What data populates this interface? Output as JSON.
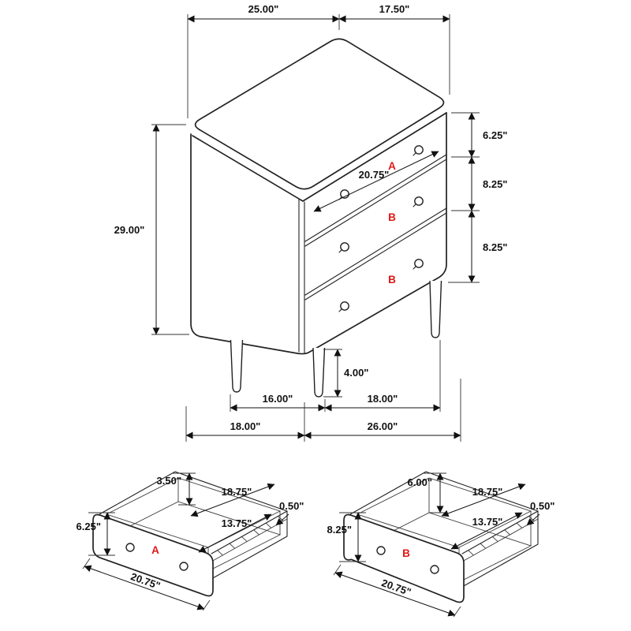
{
  "colors": {
    "label": "#e01818",
    "line": "#222222",
    "dim_text": "#111111"
  },
  "main_view": {
    "top_width": "25.00\"",
    "top_depth": "17.50\"",
    "height": "29.00\"",
    "drawer_heights": [
      "6.25\"",
      "8.25\"",
      "8.25\""
    ],
    "drawer_front_width": "20.75\"",
    "leg_height": "4.00\"",
    "leg_spacing_side": "16.00\"",
    "leg_spacing_front": "18.00\"",
    "overall_depth": "18.00\"",
    "overall_width": "26.00\"",
    "drawer_labels": [
      "A",
      "B",
      "B"
    ]
  },
  "drawer_a": {
    "label": "A",
    "box_height": "3.50\"",
    "inner_width": "18.75\"",
    "side_thickness": "0.50\"",
    "front_height": "6.25\"",
    "inner_depth": "13.75\"",
    "front_width": "20.75\""
  },
  "drawer_b": {
    "label": "B",
    "box_height": "6.00\"",
    "inner_width": "18.75\"",
    "side_thickness": "0.50\"",
    "front_height": "8.25\"",
    "inner_depth": "13.75\"",
    "front_width": "20.75\""
  }
}
